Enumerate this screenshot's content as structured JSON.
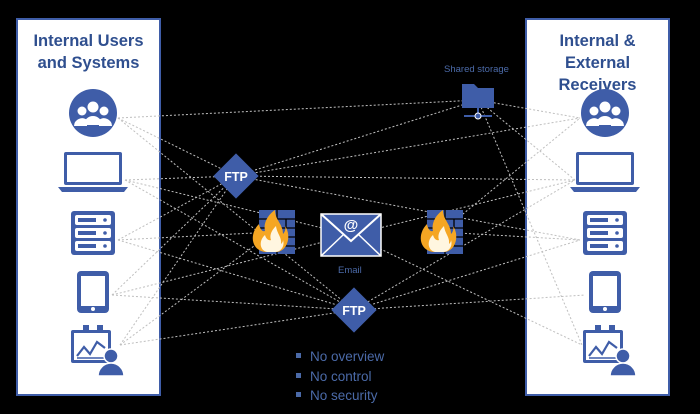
{
  "panels": {
    "left_title_line1": "Internal Users",
    "left_title_line2": "and Systems",
    "right_title_line1": "Internal & External",
    "right_title_line2": "Receivers"
  },
  "labels": {
    "shared_storage": "Shared storage",
    "email": "Email",
    "ftp_top": "FTP",
    "ftp_bottom": "FTP",
    "email_symbol": "@"
  },
  "bullets": [
    "No overview",
    "No control",
    "No security"
  ],
  "icons": {
    "left": [
      "users-icon",
      "laptop-icon",
      "server-icon",
      "tablet-icon",
      "analyst-icon"
    ],
    "right": [
      "users-icon",
      "laptop-icon",
      "server-icon",
      "tablet-icon",
      "analyst-icon"
    ],
    "middle": [
      "ftp-icon",
      "firewall-icon",
      "email-icon",
      "shared-storage-icon"
    ]
  },
  "colors": {
    "background": "#000000",
    "accent": "#3f5da8",
    "text": "#2f4f8f",
    "flame": "#f5a623",
    "lines": "#bfbfbf"
  }
}
